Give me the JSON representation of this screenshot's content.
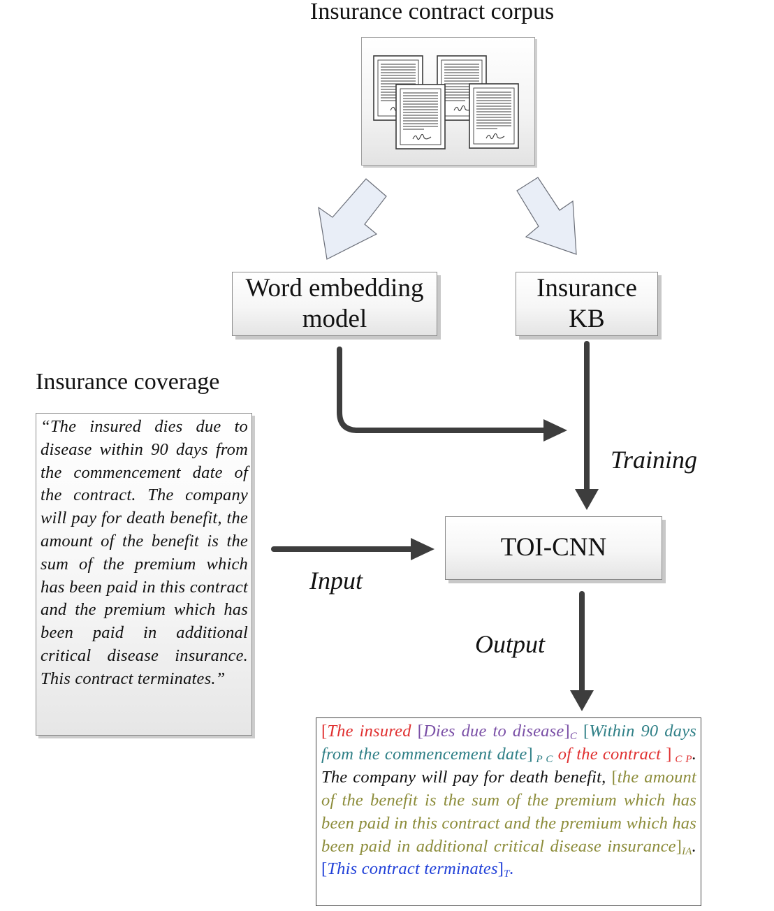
{
  "diagram": {
    "corpus_title": "Insurance contract corpus",
    "corpus_icon": "documents-icon",
    "word_embedding_line1": "Word embedding",
    "word_embedding_line2": "model",
    "insurance_kb_line1": "Insurance",
    "insurance_kb_line2": "KB",
    "coverage_title": "Insurance coverage",
    "coverage_text": "“The insured dies due to disease within 90 days from the commencement date of the contract. The company will pay for death benefit, the amount of the benefit is the sum of the premium which has been paid in this contract and the premium which has been paid in additional critical disease insurance. This contract terminates.”",
    "model_label": "TOI-CNN",
    "training_label": "Training",
    "input_label": "Input",
    "output_label": "Output",
    "output_segments": [
      {
        "text": "[",
        "color": "#e03030"
      },
      {
        "text": "The insured ",
        "color": "#e03030"
      },
      {
        "text": "[",
        "color": "#7a4fa6"
      },
      {
        "text": "Dies due to disease",
        "color": "#7a4fa6"
      },
      {
        "text": "]",
        "color": "#7a4fa6"
      },
      {
        "text": "C",
        "color": "#7a4fa6",
        "sub": true
      },
      {
        "text": " ",
        "color": "#111111"
      },
      {
        "text": "[",
        "color": "#2e7f86"
      },
      {
        "text": "Within 90 days from the commencement date",
        "color": "#2e7f86"
      },
      {
        "text": "]",
        "color": "#2e7f86"
      },
      {
        "text": " P C",
        "color": "#2e7f86",
        "sub": true
      },
      {
        "text": "  of the contract",
        "color": "#e03030"
      },
      {
        "text": " ]",
        "color": "#e03030"
      },
      {
        "text": " C P",
        "color": "#e03030",
        "sub": true
      },
      {
        "text": ". The company will pay for death benefit, ",
        "color": "#111111"
      },
      {
        "text": "[",
        "color": "#8c8c3a"
      },
      {
        "text": "the amount of the benefit is the sum of the premium which has been paid in this contract and the premium which has been paid in additional critical disease insurance",
        "color": "#8c8c3a"
      },
      {
        "text": "]",
        "color": "#8c8c3a"
      },
      {
        "text": "IA",
        "color": "#8c8c3a",
        "sub": true
      },
      {
        "text": ". ",
        "color": "#111111"
      },
      {
        "text": "[",
        "color": "#2040d8"
      },
      {
        "text": "This contract terminates",
        "color": "#2040d8"
      },
      {
        "text": "]",
        "color": "#2040d8"
      },
      {
        "text": "T",
        "color": "#2040d8",
        "sub": true
      },
      {
        "text": ".",
        "color": "#2040d8"
      }
    ],
    "colors": {
      "arrow_dark": "#3d3d3d",
      "arrow_light_fill": "#e9eef7",
      "box_border": "#8a8a8a"
    }
  }
}
